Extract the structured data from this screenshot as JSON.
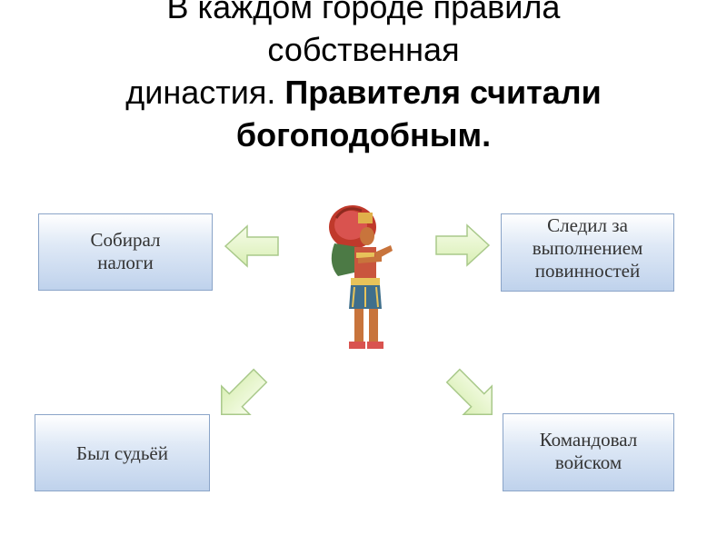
{
  "title": {
    "line1": "В каждом городе правила",
    "line2": "собственная",
    "line3_normal": "династия.",
    "line3_bold": "Правителя считали",
    "line4_bold": "богоподобным."
  },
  "boxes": {
    "taxes": [
      "Собирал",
      "налоги"
    ],
    "duties": [
      "Следил за",
      "выполнением",
      "повинностей"
    ],
    "judge": [
      "Был судьёй"
    ],
    "army": [
      "Командовал",
      "войском"
    ]
  },
  "icons": {
    "arrows": "arrow-icon",
    "figure": "mayan-ruler-figure"
  },
  "colors": {
    "box_border": "#8aa4c8",
    "box_fill_top": "#ffffff",
    "box_fill_bottom": "#bfd2ec",
    "arrow_fill": "#e9f7cf",
    "arrow_stroke": "#a9c98a",
    "box_text": "#333333"
  }
}
